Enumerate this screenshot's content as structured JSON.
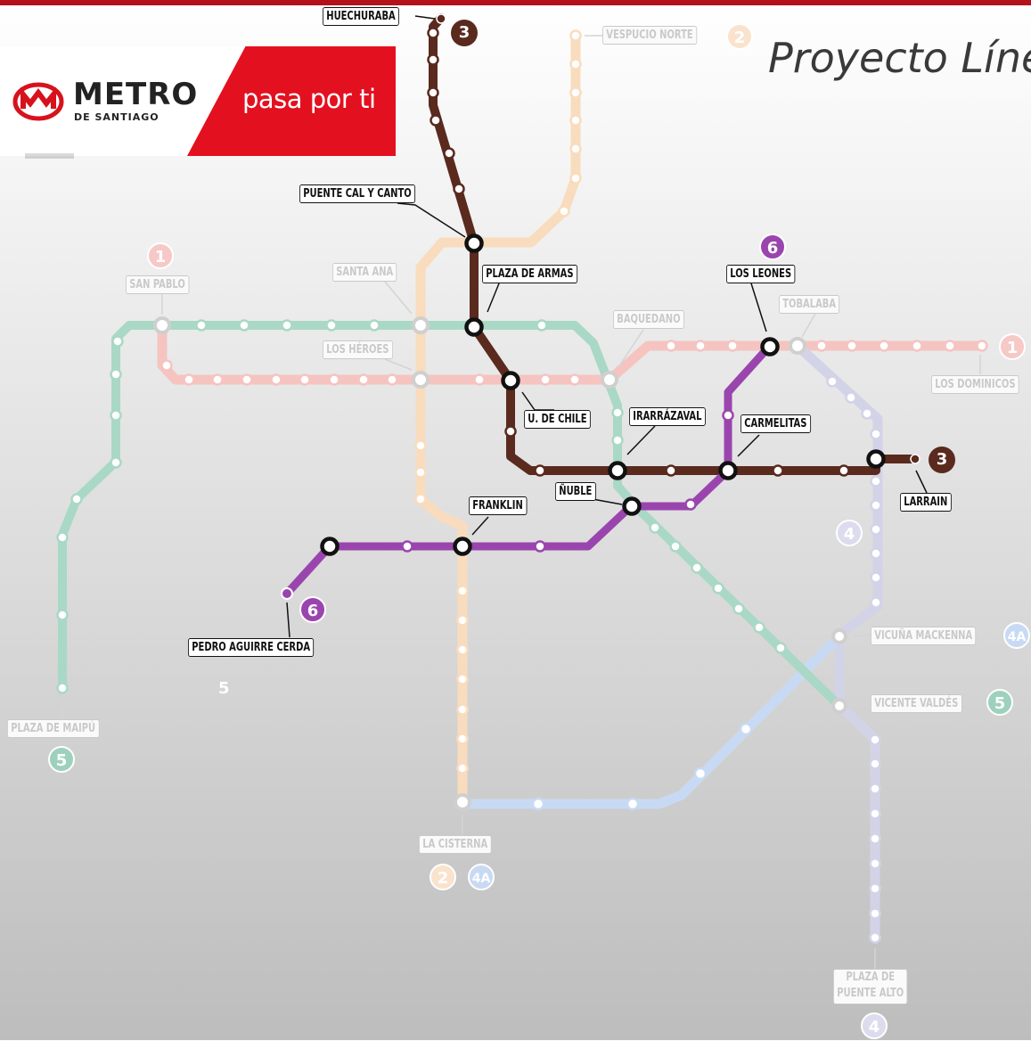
{
  "title": "Proyecto Línea",
  "brand": {
    "name": "METRO",
    "sub": "DE SANTIAGO",
    "slogan": "pasa por ti"
  },
  "colors": {
    "line1": "#f5b7b5",
    "line2": "#f9d7b4",
    "line3": "#5e2a1e",
    "line4": "#cfcfe6",
    "line4a": "#b9cff0",
    "line5": "#9ed1bd",
    "line6": "#9b44b0",
    "accent": "#b3121b"
  },
  "lines": [
    {
      "id": "1",
      "faded": true
    },
    {
      "id": "2",
      "faded": true
    },
    {
      "id": "3",
      "faded": false
    },
    {
      "id": "4",
      "faded": true
    },
    {
      "id": "4A",
      "faded": true
    },
    {
      "id": "5",
      "faded": true
    },
    {
      "id": "6",
      "faded": false
    }
  ],
  "stations": {
    "huechuraba": "HUECHURABA",
    "vespucio_norte": "VESPUCIO NORTE",
    "puente_cal_y_canto": "PUENTE CAL Y CANTO",
    "plaza_de_armas": "PLAZA DE ARMAS",
    "santa_ana": "SANTA ANA",
    "san_pablo": "SAN PABLO",
    "los_heroes": "LOS HÉROES",
    "baquedano": "BAQUEDANO",
    "los_leones": "LOS LEONES",
    "tobalaba": "TOBALABA",
    "los_dominicos": "LOS DOMINICOS",
    "u_de_chile": "U. DE CHILE",
    "irarrazaval": "IRARRÁZAVAL",
    "carmelitas": "CARMELITAS",
    "larrain": "LARRAIN",
    "nuble": "ÑUBLE",
    "franklin": "FRANKLIN",
    "pedro_aguirre_cerda": "PEDRO AGUIRRE CERDA",
    "vicuna_mackenna": "VICUÑA MACKENNA",
    "vicente_valdes": "VICENTE VALDÉS",
    "plaza_de_maipu": "PLAZA DE MAIPÚ",
    "la_cisterna": "LA CISTERNA",
    "plaza_de_puente_alto": "PLAZA DE\nPUENTE ALTO"
  },
  "badges": {
    "l3_north": "3",
    "l2_north": "2",
    "l1_west": "1",
    "l6_top": "6",
    "l1_east": "1",
    "l3_east": "3",
    "l4_mid": "4",
    "l6_west": "6",
    "l4a_vm": "4A",
    "l5_vv": "5",
    "l5_maipu": "5",
    "l2_cisterna": "2",
    "l4a_cisterna": "4A",
    "l4_south": "4"
  },
  "loose_label": "5"
}
